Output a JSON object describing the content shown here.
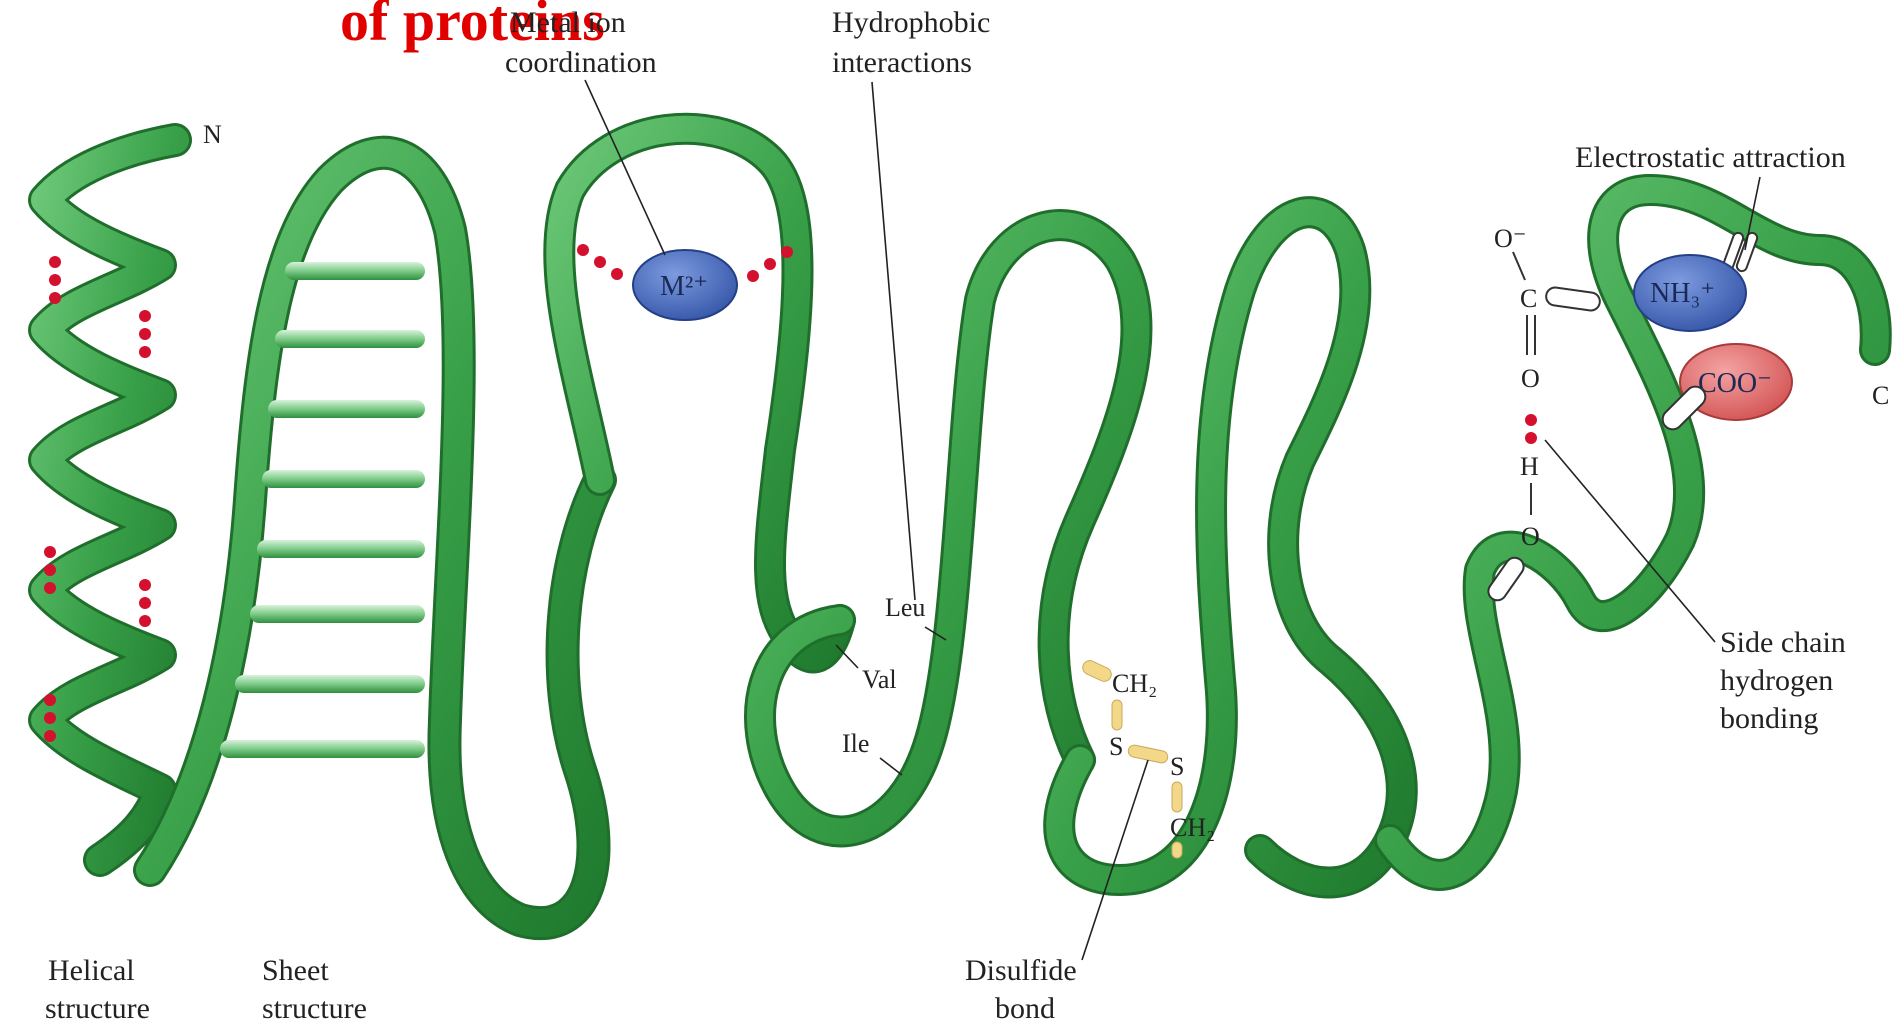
{
  "title": "of proteins",
  "terminals": {
    "n": "N",
    "c": "C"
  },
  "labels": {
    "metal_ion": [
      "Metal ion",
      "coordination"
    ],
    "hydrophobic": [
      "Hydrophobic",
      "interactions"
    ],
    "electrostatic": "Electrostatic attraction",
    "side_chain": [
      "Side chain",
      "hydrogen",
      "bonding"
    ],
    "disulfide": [
      "Disulfide",
      "bond"
    ],
    "helical": [
      "Helical",
      "structure"
    ],
    "sheet": [
      "Sheet",
      "structure"
    ]
  },
  "ions": {
    "metal": "M²⁺",
    "ammonium": "NH₃⁺",
    "carboxylate": "COO⁻"
  },
  "residues": {
    "leu": "Leu",
    "val": "Val",
    "ile": "Ile"
  },
  "disulfide_atoms": {
    "ch2_top": "CH₂",
    "s_left": "S",
    "s_right": "S",
    "ch2_bottom": "CH₂"
  },
  "hbond_atoms": {
    "o_minus": "O⁻",
    "c": "C",
    "o_double": "O",
    "h": "H",
    "o_hydroxyl": "O"
  },
  "colors": {
    "ribbon": "#3a9e4a",
    "ribbon_dark": "#1f6e2c",
    "metal_ion": "#4a6fbf",
    "ammonium": "#4a6fbf",
    "carboxylate": "#e06a6a",
    "bond_dots": "#d3112e",
    "disulfide": "#f3d889"
  }
}
